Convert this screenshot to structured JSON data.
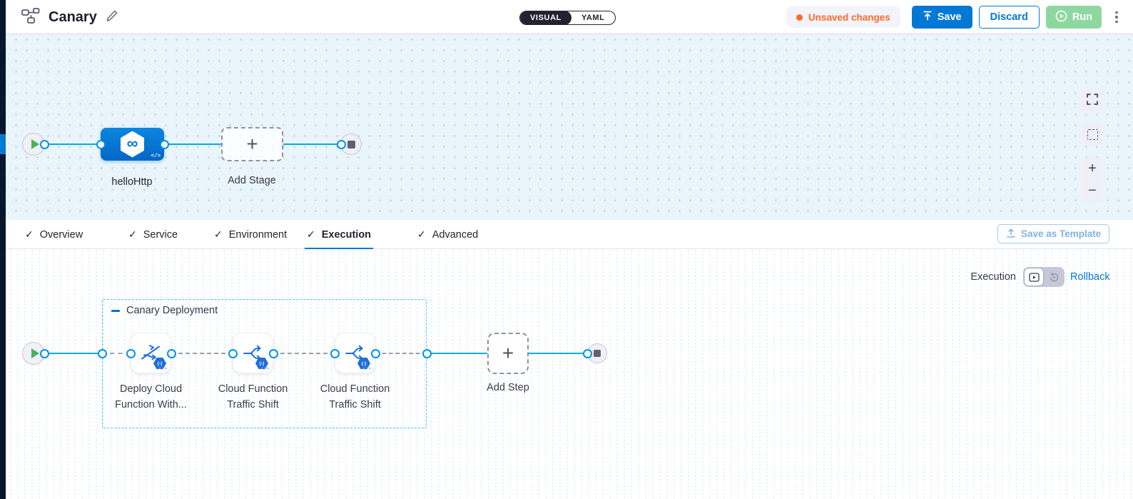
{
  "colors": {
    "accent_blue": "#0278d5",
    "connector_cyan": "#00ade4",
    "dot_border_blue": "#0092e4",
    "unsaved_orange": "#ff6b26",
    "run_green_disabled": "#8fd7a1",
    "sidebar_dark": "#07182e",
    "group_border_cyan": "#3cc7f5",
    "canvas_blue_bg": "#e9f5fb",
    "stage_blue": "#0467c6"
  },
  "header": {
    "title": "Canary",
    "visual_label": "VISUAL",
    "yaml_label": "YAML",
    "unsaved_label": "Unsaved changes",
    "save_label": "Save",
    "discard_label": "Discard",
    "run_label": "Run"
  },
  "pipeline": {
    "stage_name": "helloHttp",
    "stage_icon_glyph": "∞",
    "code_glyph": "</>",
    "add_stage_label": "Add Stage",
    "plus_glyph": "+"
  },
  "canvas_controls": {
    "zoom_in_glyph": "+",
    "zoom_out_glyph": "−"
  },
  "tabs": {
    "check_glyph": "✓",
    "items": [
      {
        "label": "Overview"
      },
      {
        "label": "Service"
      },
      {
        "label": "Environment"
      },
      {
        "label": "Execution"
      },
      {
        "label": "Advanced"
      }
    ],
    "active": "Execution",
    "save_as_template_label": "Save as Template"
  },
  "execution": {
    "mode_label": "Execution",
    "rollback_label": "Rollback",
    "group_title": "Canary Deployment",
    "steps": [
      {
        "line1": "Deploy Cloud",
        "line2": "Function With...",
        "badge_glyph": "(-)",
        "code_glyph": "</>"
      },
      {
        "line1": "Cloud Function",
        "line2": "Traffic Shift",
        "badge_glyph": "(-)",
        "code_glyph": "</>"
      },
      {
        "line1": "Cloud Function",
        "line2": "Traffic Shift",
        "badge_glyph": "(-)",
        "code_glyph": "</>"
      }
    ],
    "add_step_label": "Add Step",
    "plus_glyph": "+"
  }
}
